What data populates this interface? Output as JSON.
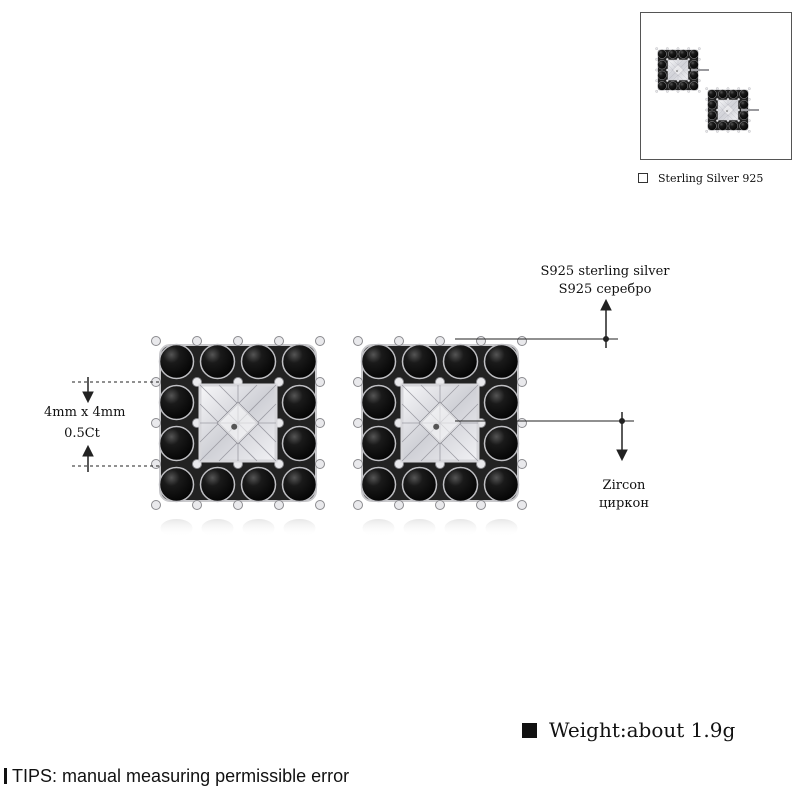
{
  "thumbnail": {
    "caption": "Sterling Silver 925"
  },
  "annotations": {
    "stone_size": "4mm x 4mm",
    "carat": "0.5Ct",
    "metal_en": "S925 sterling silver",
    "metal_ru": "S925 серебро",
    "stone_en": "Zircon",
    "stone_ru": "циркон"
  },
  "weight": {
    "label": "Weight:about 1.9g"
  },
  "tips": {
    "text": "TIPS: manual measuring permissible error"
  },
  "colors": {
    "black_stone": "#121212",
    "white_stone": "#e8e8ec",
    "metal": "#c9c9cc"
  }
}
